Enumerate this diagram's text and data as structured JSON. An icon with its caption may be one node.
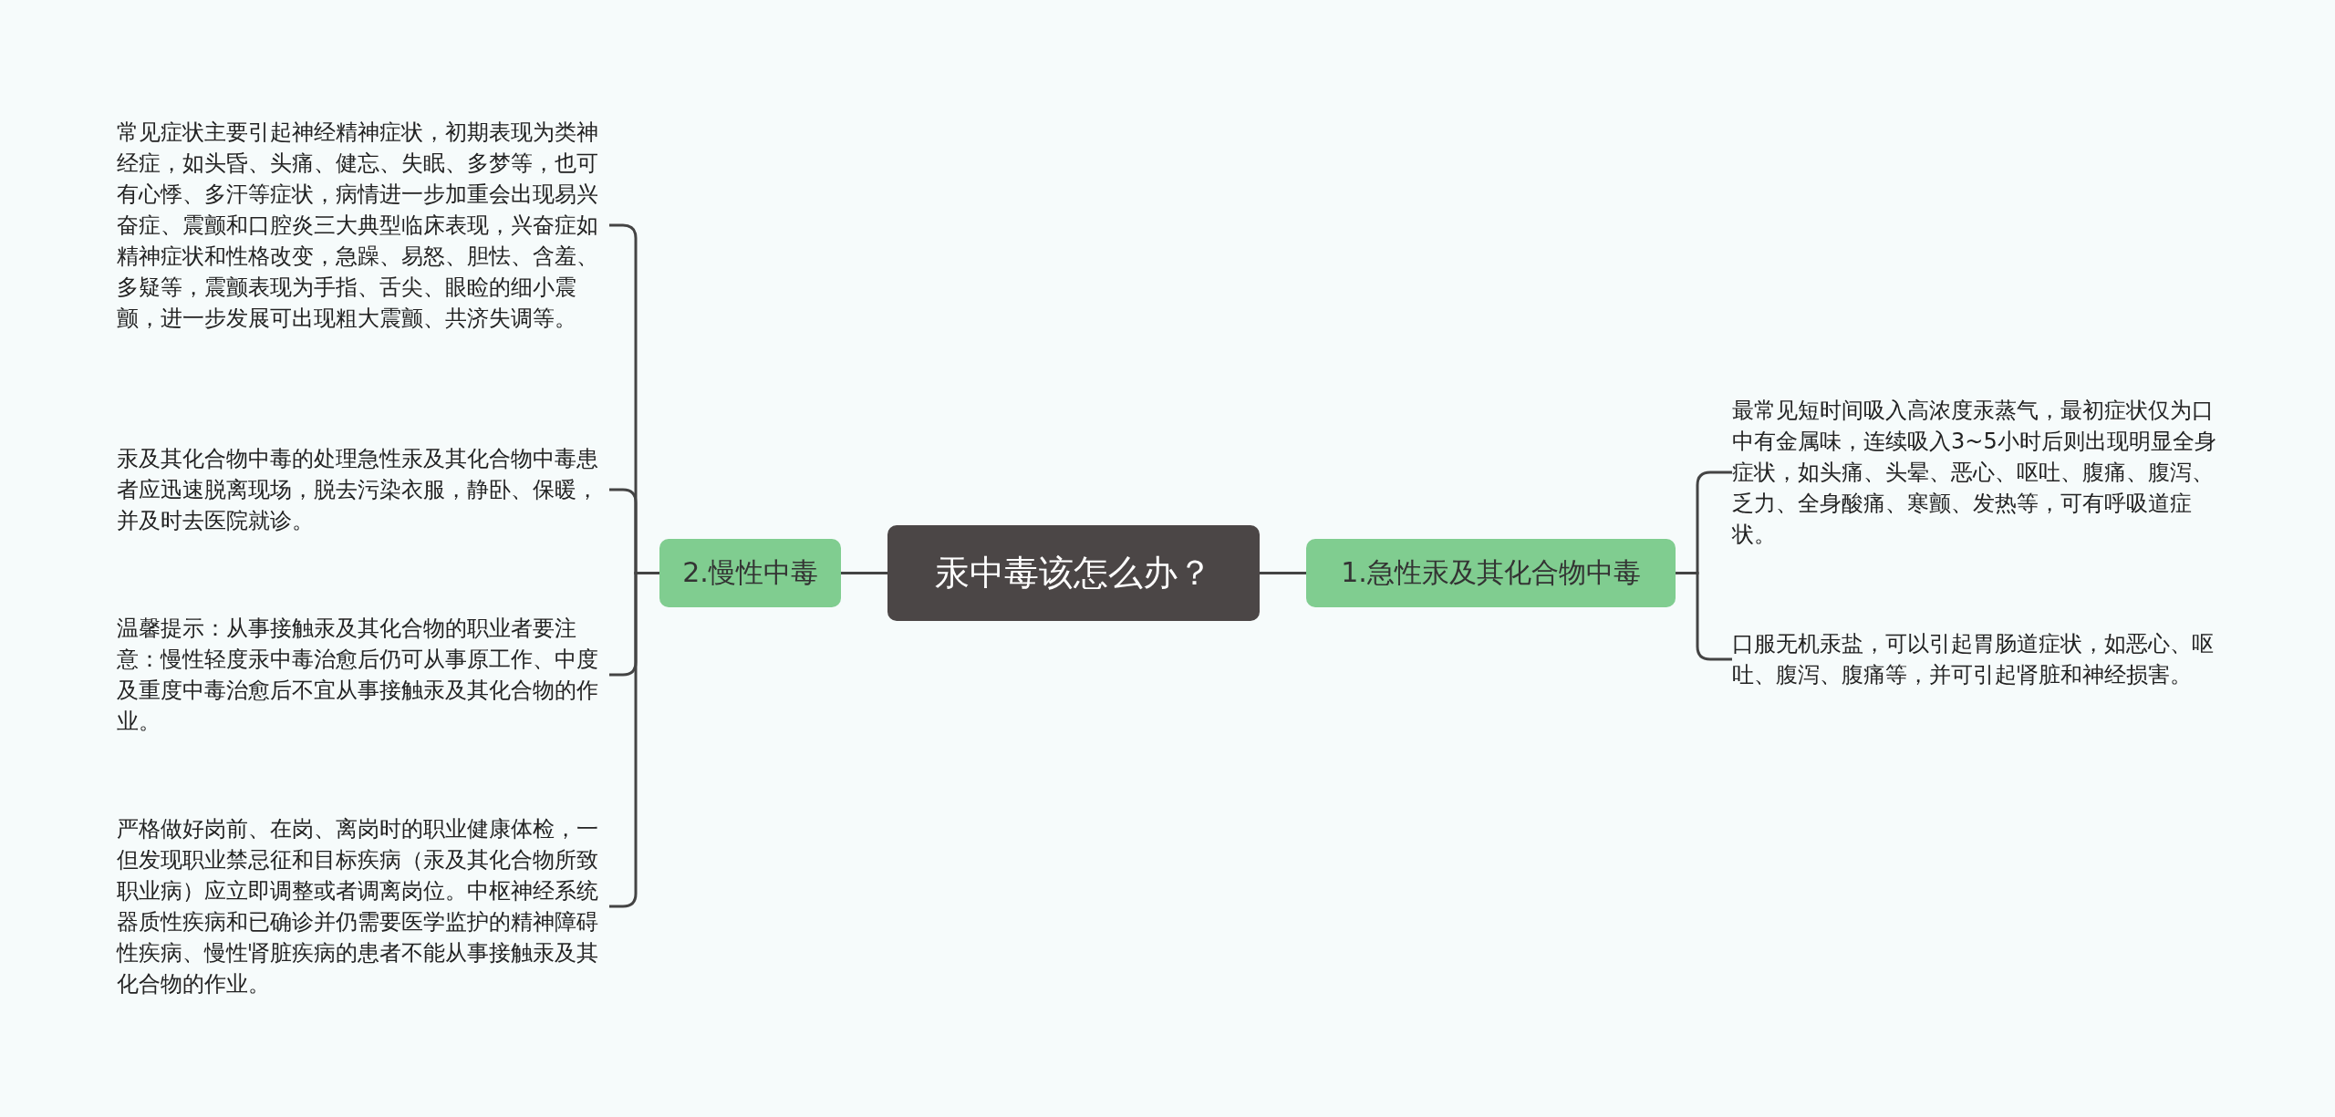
{
  "diagram": {
    "nodes": [
      {
        "text": [
          "汞中毒该怎么办？"
        ]
      },
      {
        "text": [
          "1.急性汞及其化合物中毒"
        ]
      },
      {
        "text": [
          "最常见短时间吸入高浓度汞蒸气，最初症状仅为口中有金属味，连续吸入3~5小时后则出现明显全身症状，如头痛、头晕、恶心、呕吐、腹痛、腹泻、乏力、全身酸痛、寒颤、发热等，可有呼吸道症状。"
        ]
      },
      {
        "text": [
          "口服无机汞盐，可以引起胃肠道症状，如恶心、呕吐、腹泻、腹痛等，并可引起肾脏和神经损害。"
        ]
      },
      {
        "text": [
          "2.慢性中毒"
        ]
      },
      {
        "text": [
          "常见症状主要引起神经精神症状，初期表现为类神经症，如头昏、头痛、健忘、失眠、多梦等，也可有心悸、多汗等症状，病情进一步加重会出现易兴奋症、震颤和口腔炎三大典型临床表现，兴奋症如精神症状和性格改变，急躁、易怒、胆怯、含羞、多疑等，震颤表现为手指、舌尖、眼睑的细小震颤，进一步发展可出现粗大震颤、共济失调等。"
        ]
      },
      {
        "text": [
          "汞及其化合物中毒的处理急性汞及其化合物中毒患者应迅速脱离现场，脱去污染衣服，静卧、保暖，并及时去医院就诊。"
        ]
      },
      {
        "text": [
          "温馨提示：从事接触汞及其化合物的职业者要注意：慢性轻度汞中毒治愈后仍可从事原工作、中度及重度中毒治愈后不宜从事接触汞及其化合物的作业。"
        ]
      },
      {
        "text": [
          "严格做好岗前、在岗、离岗时的职业健康体检，一但发现职业禁忌征和目标疾病（汞及其化合物所致职业病）应立即调整或者调离岗位。中枢神经系统器质性疾病和已确诊并仍需要医学监护的精神障碍性疾病、慢性肾脏疾病的患者不能从事接触汞及其化合物的作业。"
        ]
      }
    ],
    "edges": [
      {
        "from": 0,
        "to": 1,
        "arrow": "none"
      },
      {
        "from": 1,
        "to": 2,
        "arrow": "none"
      },
      {
        "from": 1,
        "to": 3,
        "arrow": "none"
      },
      {
        "from": 0,
        "to": 4,
        "arrow": "none"
      },
      {
        "from": 4,
        "to": 5,
        "arrow": "none"
      },
      {
        "from": 4,
        "to": 6,
        "arrow": "none"
      },
      {
        "from": 4,
        "to": 7,
        "arrow": "none"
      },
      {
        "from": 4,
        "to": 8,
        "arrow": "none"
      }
    ]
  }
}
